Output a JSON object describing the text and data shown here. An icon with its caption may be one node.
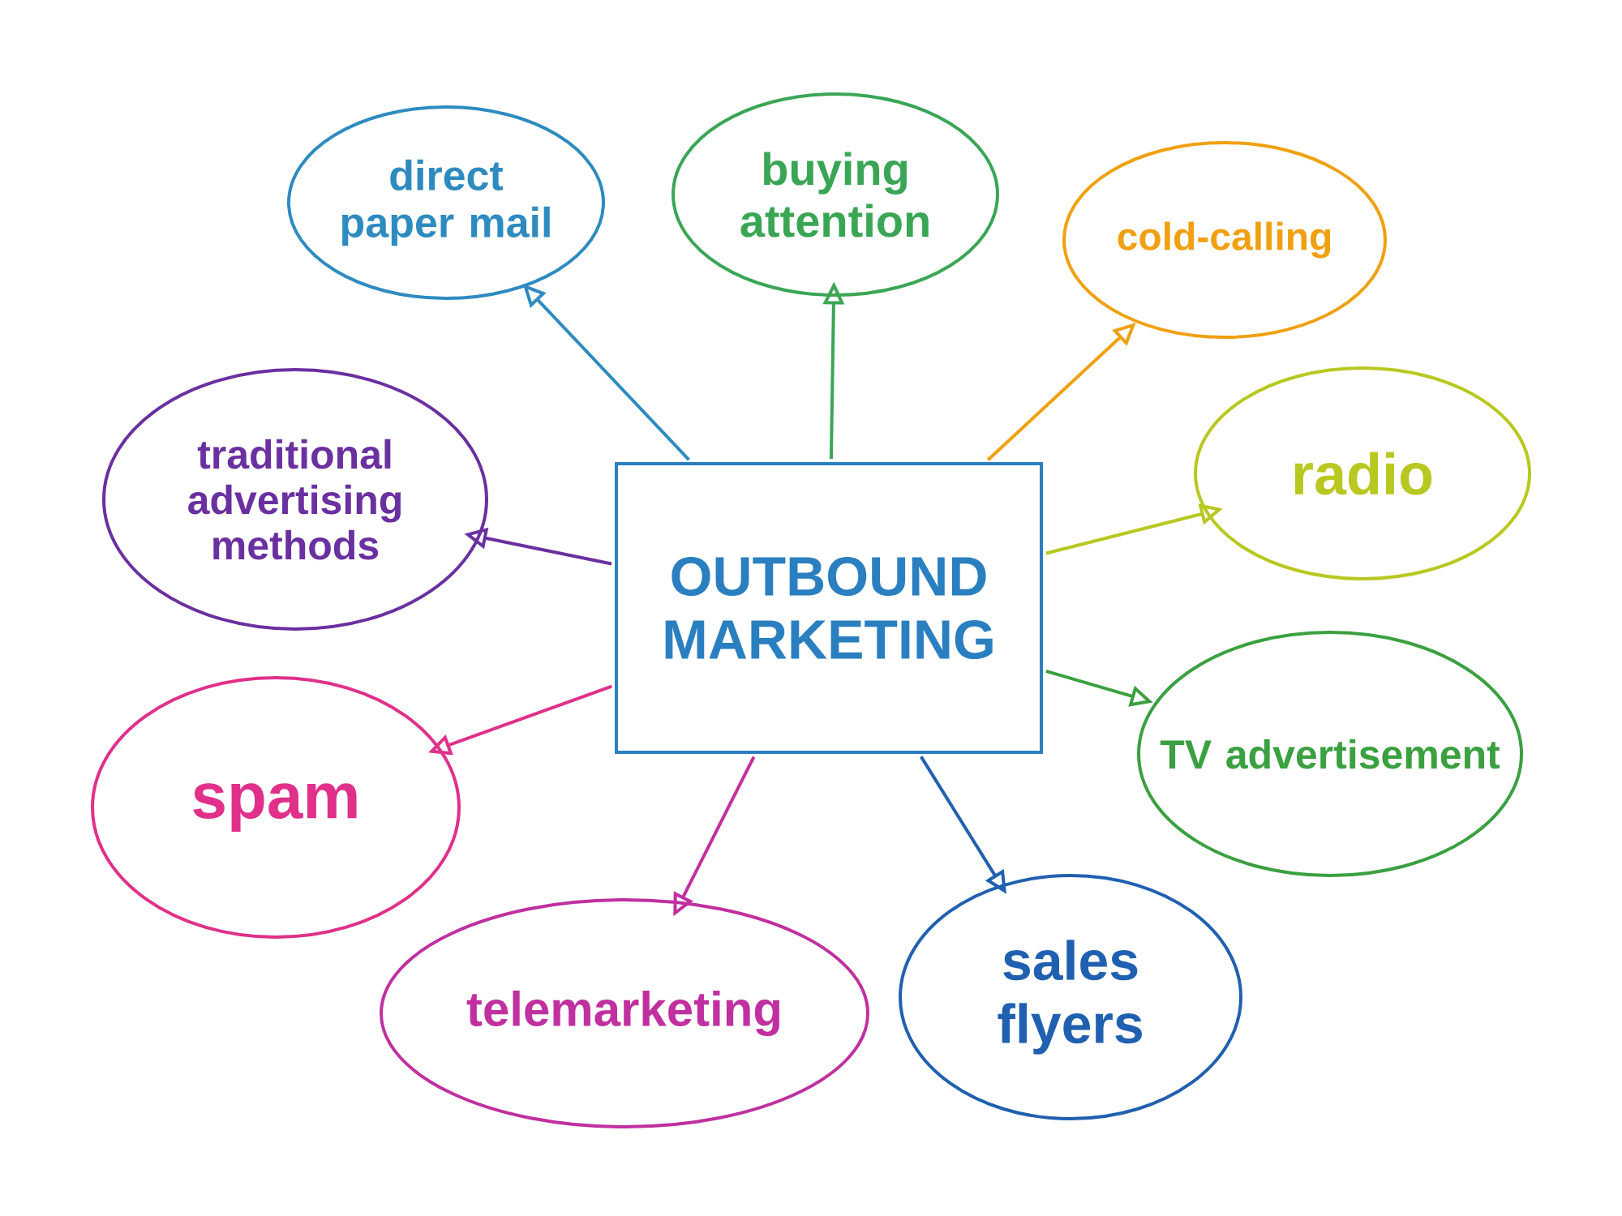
{
  "diagram": {
    "nodes": [
      {
        "text": [
          "OUTBOUND MARKETING"
        ]
      },
      {
        "text": [
          "direct paper mail"
        ]
      },
      {
        "text": [
          "buying attention"
        ]
      },
      {
        "text": [
          "cold-calling"
        ]
      },
      {
        "text": [
          "radio"
        ]
      },
      {
        "text": [
          "TV advertisement"
        ]
      },
      {
        "text": [
          "sales flyers"
        ]
      },
      {
        "text": [
          "telemarketing"
        ]
      },
      {
        "text": [
          "spam"
        ]
      },
      {
        "text": [
          "traditional advertising methods"
        ]
      }
    ],
    "edges": [
      {
        "from": 0,
        "to": 1,
        "arrow": "to",
        "color": "#2e8bc0"
      },
      {
        "from": 0,
        "to": 2,
        "arrow": "to",
        "color": "#3aa655"
      },
      {
        "from": 0,
        "to": 3,
        "arrow": "to",
        "color": "#f0a010"
      },
      {
        "from": 0,
        "to": 4,
        "arrow": "to",
        "color": "#b8c820"
      },
      {
        "from": 0,
        "to": 5,
        "arrow": "to",
        "color": "#3aa040"
      },
      {
        "from": 0,
        "to": 6,
        "arrow": "to",
        "color": "#2060b0"
      },
      {
        "from": 0,
        "to": 7,
        "arrow": "to",
        "color": "#c030a0"
      },
      {
        "from": 0,
        "to": 8,
        "arrow": "to",
        "color": "#e0308a"
      },
      {
        "from": 0,
        "to": 9,
        "arrow": "to",
        "color": "#6a30a0"
      }
    ]
  }
}
